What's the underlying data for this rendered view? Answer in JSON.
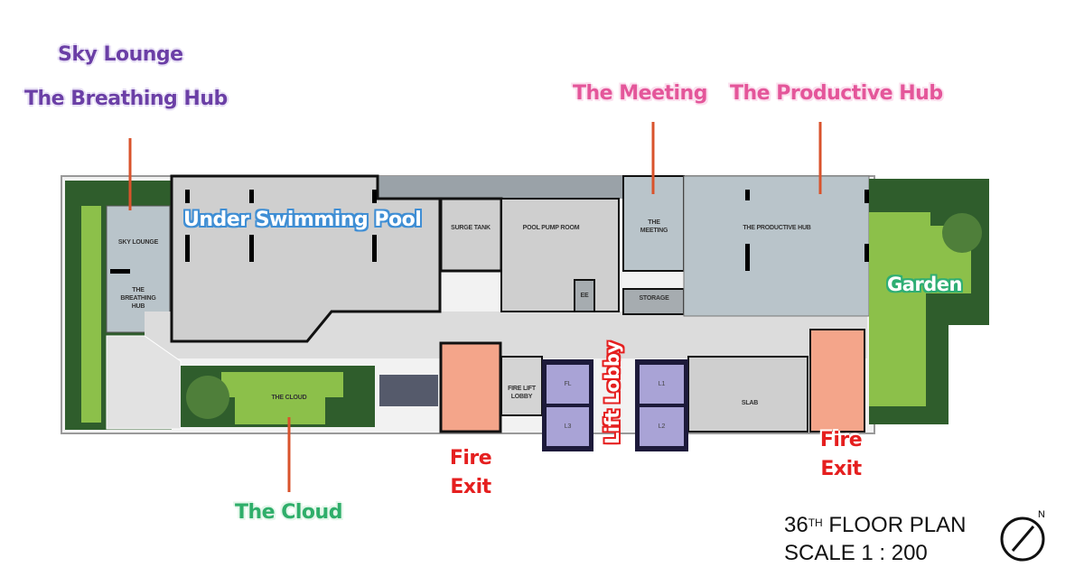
{
  "callouts": {
    "sky_lounge": "Sky Lounge",
    "breathing_hub": "The Breathing Hub",
    "meeting": "The Meeting",
    "productive_hub": "The Productive Hub",
    "under_pool": "Under Swimming Pool",
    "garden": "Garden",
    "cloud": "The Cloud",
    "lift_lobby": "Lift Lobby",
    "fire_exit_left": [
      "Fire",
      "Exit"
    ],
    "fire_exit_right": [
      "Fire",
      "Exit"
    ]
  },
  "rooms": {
    "sky_lounge": "SKY LOUNGE",
    "breathing_hub": [
      "THE",
      "BREATHING",
      "HUB"
    ],
    "surge_tank": "SURGE TANK",
    "pool_pump_room": "POOL PUMP ROOM",
    "meeting": [
      "THE",
      "MEETING"
    ],
    "productive_hub": "THE PRODUCTIVE HUB",
    "ee": "EE",
    "storage": "STORAGE",
    "fire_lift_lobby": [
      "FIRE LIFT",
      "LOBBY"
    ],
    "lifts": [
      "FL",
      "L3",
      "L1",
      "L2"
    ],
    "slab": "SLAB",
    "cloud": "THE CLOUD"
  },
  "plan_title": {
    "floor_number": "36",
    "floor_suffix": "TH",
    "floor_text": "FLOOR PLAN",
    "scale": "SCALE 1 : 200",
    "north": "N"
  },
  "colors": {
    "leader": "#d9532c",
    "fire_exit": "#f4a58a",
    "lift": "#a9a3d6",
    "room_blue": "#b9c4ca",
    "room_gray": "#cfcfcf",
    "grass": "#7fb63e",
    "hedge": "#2f5d2c"
  }
}
